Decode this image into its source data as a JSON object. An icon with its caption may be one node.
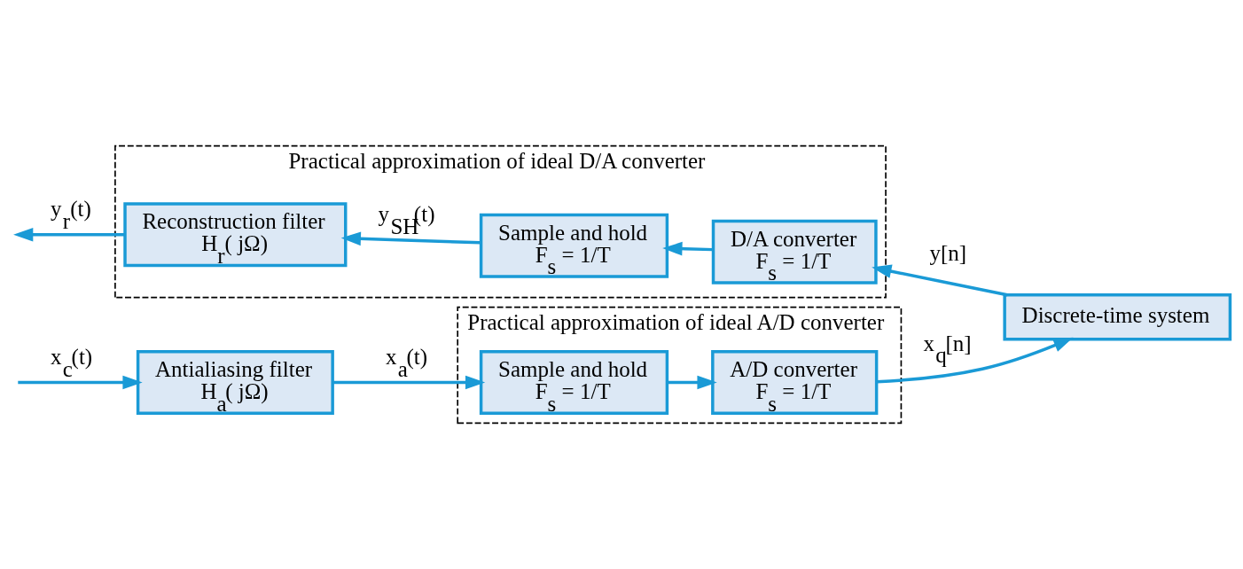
{
  "diagram": {
    "nodes": [
      {
        "text": [
          "Practical approximation of ideal A/D converter"
        ]
      },
      {
        "text": [
          "Antialiasing filter",
          "H$_{a}$( jΩ)"
        ]
      },
      {
        "text": [
          "Sample and hold",
          "F$_{s}$ = 1/T"
        ],
        "in": 0
      },
      {
        "text": [
          "A/D converter",
          "F$_{s}$ = 1/T"
        ],
        "in": 0
      },
      {
        "text": [
          "Discrete-time system"
        ]
      },
      {
        "text": [
          "Practical approximation of ideal D/A converter"
        ]
      },
      {
        "text": [
          "D/A converter",
          "F$_{s}$ = 1/T"
        ],
        "in": 5
      },
      {
        "text": [
          "Sample and hold",
          "F$_{s}$ = 1/T"
        ],
        "in": 5
      },
      {
        "text": [
          "Reconstruction filter",
          "H$_{r}$( jΩ)"
        ],
        "in": 5
      }
    ],
    "edges": [
      {
        "from": null,
        "to": 1,
        "arrow": "to",
        "label": "x$_{c}$(t)"
      },
      {
        "from": 1,
        "to": 2,
        "arrow": "to",
        "label": "x$_{a}$(t)"
      },
      {
        "from": 2,
        "to": 3,
        "arrow": "to"
      },
      {
        "from": 3,
        "to": 4,
        "arrow": "to",
        "label": "x$_{q}$[n]"
      },
      {
        "from": 4,
        "to": 6,
        "arrow": "to",
        "label": "y[n]"
      },
      {
        "from": 6,
        "to": 7,
        "arrow": "to"
      },
      {
        "from": 7,
        "to": 8,
        "arrow": "to",
        "label": "y$_{SH}$(t)"
      },
      {
        "from": 8,
        "to": null,
        "arrow": "to",
        "label": "y$_{r}$(t)"
      }
    ]
  }
}
